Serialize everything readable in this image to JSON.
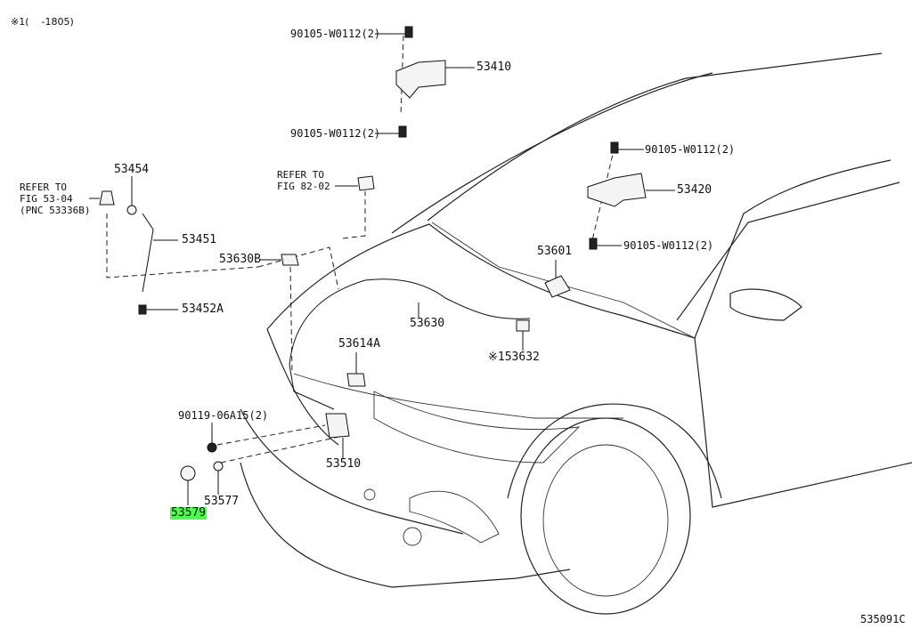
{
  "header_note": "※1(    -1805)",
  "figure_code": "535091C",
  "labels": {
    "p90105_a": "90105-W0112(2)",
    "p53410": "53410",
    "p90105_b": "90105-W0112(2)",
    "p90105_c": "90105-W0112(2)",
    "p53420": "53420",
    "p90105_d": "90105-W0112(2)",
    "p53454": "53454",
    "refer_fig53_line1": "REFER TO",
    "refer_fig53_line2": "FIG 53-04",
    "refer_fig53_line3": "(PNC 53336B)",
    "p53451": "53451",
    "refer_fig82_line1": "REFER TO",
    "refer_fig82_line2": "FIG 82-02",
    "p53630B": "53630B",
    "p53601": "53601",
    "p53452A": "53452A",
    "p53630": "53630",
    "p53614A": "53614A",
    "p53632": "※153632",
    "p90119": "90119-06A15(2)",
    "p53510": "53510",
    "p53577": "53577",
    "p53579": "53579"
  },
  "highlight_color": "#4dff4d"
}
